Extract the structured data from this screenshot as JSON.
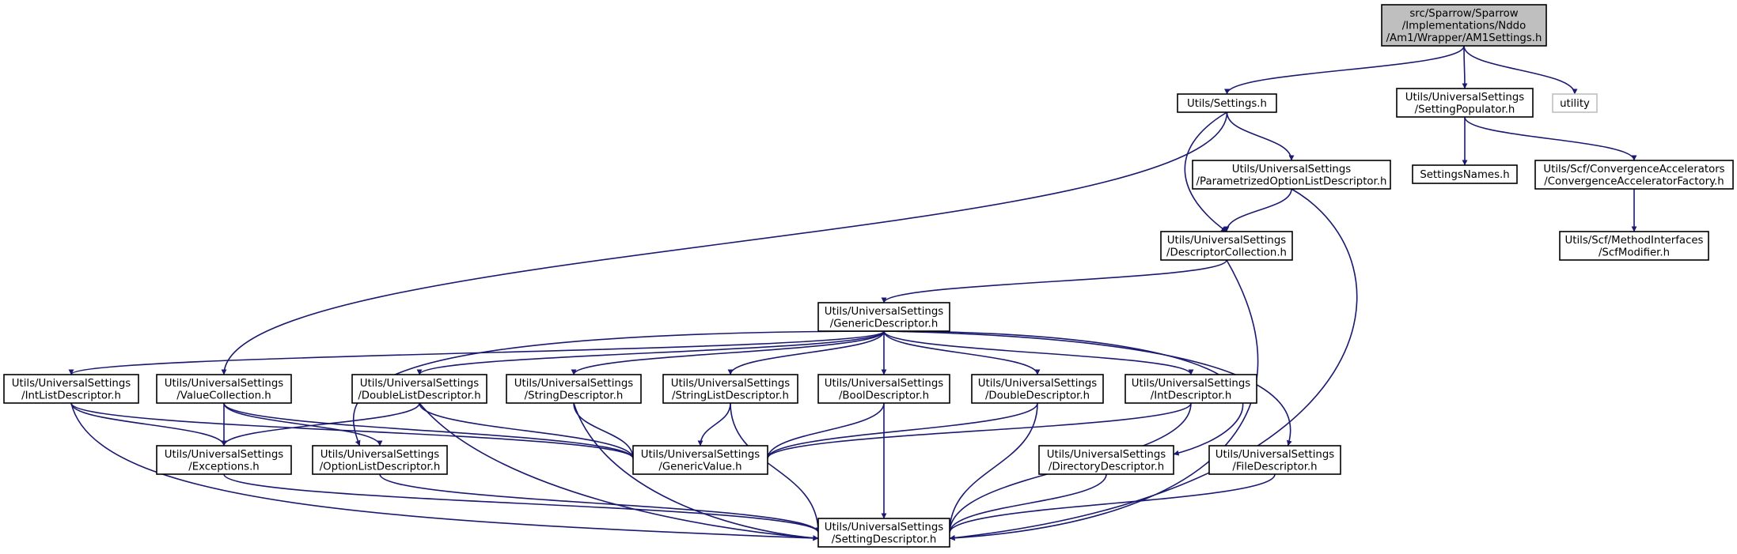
{
  "graph": {
    "edge_color": "#191970",
    "root_fill": "#bfbfbf",
    "external_border": "#bfbfbf",
    "nodes": [
      {
        "id": "am1settings",
        "lines": [
          "src/Sparrow/Sparrow",
          "/Implementations/Nddo",
          "/Am1/Wrapper/AM1Settings.h"
        ],
        "style": "root"
      },
      {
        "id": "settings",
        "lines": [
          "Utils/Settings.h"
        ]
      },
      {
        "id": "settingpopulator",
        "lines": [
          "Utils/UniversalSettings",
          "/SettingPopulator.h"
        ]
      },
      {
        "id": "utility",
        "lines": [
          "utility"
        ],
        "style": "external"
      },
      {
        "id": "parametrized",
        "lines": [
          "Utils/UniversalSettings",
          "/ParametrizedOptionListDescriptor.h"
        ]
      },
      {
        "id": "settingsnames",
        "lines": [
          "SettingsNames.h"
        ]
      },
      {
        "id": "convfactory",
        "lines": [
          "Utils/Scf/ConvergenceAccelerators",
          "/ConvergenceAcceleratorFactory.h"
        ]
      },
      {
        "id": "descriptorcollection",
        "lines": [
          "Utils/UniversalSettings",
          "/DescriptorCollection.h"
        ]
      },
      {
        "id": "scfmodifier",
        "lines": [
          "Utils/Scf/MethodInterfaces",
          "/ScfModifier.h"
        ]
      },
      {
        "id": "genericdescriptor",
        "lines": [
          "Utils/UniversalSettings",
          "/GenericDescriptor.h"
        ]
      },
      {
        "id": "intlist",
        "lines": [
          "Utils/UniversalSettings",
          "/IntListDescriptor.h"
        ]
      },
      {
        "id": "valuecollection",
        "lines": [
          "Utils/UniversalSettings",
          "/ValueCollection.h"
        ]
      },
      {
        "id": "doublelist",
        "lines": [
          "Utils/UniversalSettings",
          "/DoubleListDescriptor.h"
        ]
      },
      {
        "id": "stringdesc",
        "lines": [
          "Utils/UniversalSettings",
          "/StringDescriptor.h"
        ]
      },
      {
        "id": "stringlist",
        "lines": [
          "Utils/UniversalSettings",
          "/StringListDescriptor.h"
        ]
      },
      {
        "id": "booldesc",
        "lines": [
          "Utils/UniversalSettings",
          "/BoolDescriptor.h"
        ]
      },
      {
        "id": "doubledesc",
        "lines": [
          "Utils/UniversalSettings",
          "/DoubleDescriptor.h"
        ]
      },
      {
        "id": "intdesc",
        "lines": [
          "Utils/UniversalSettings",
          "/IntDescriptor.h"
        ]
      },
      {
        "id": "exceptions",
        "lines": [
          "Utils/UniversalSettings",
          "/Exceptions.h"
        ]
      },
      {
        "id": "optionlist",
        "lines": [
          "Utils/UniversalSettings",
          "/OptionListDescriptor.h"
        ]
      },
      {
        "id": "genericvalue",
        "lines": [
          "Utils/UniversalSettings",
          "/GenericValue.h"
        ]
      },
      {
        "id": "directory",
        "lines": [
          "Utils/UniversalSettings",
          "/DirectoryDescriptor.h"
        ]
      },
      {
        "id": "filedesc",
        "lines": [
          "Utils/UniversalSettings",
          "/FileDescriptor.h"
        ]
      },
      {
        "id": "settingdescriptor",
        "lines": [
          "Utils/UniversalSettings",
          "/SettingDescriptor.h"
        ]
      }
    ],
    "edges": [
      [
        "am1settings",
        "settings"
      ],
      [
        "am1settings",
        "settingpopulator"
      ],
      [
        "am1settings",
        "utility"
      ],
      [
        "settings",
        "valuecollection"
      ],
      [
        "settings",
        "descriptorcollection"
      ],
      [
        "settings",
        "parametrized"
      ],
      [
        "settingpopulator",
        "settingsnames"
      ],
      [
        "settingpopulator",
        "convfactory"
      ],
      [
        "parametrized",
        "descriptorcollection"
      ],
      [
        "parametrized",
        "settingdescriptor"
      ],
      [
        "convfactory",
        "scfmodifier"
      ],
      [
        "descriptorcollection",
        "genericdescriptor"
      ],
      [
        "descriptorcollection",
        "settingdescriptor"
      ],
      [
        "genericdescriptor",
        "intlist"
      ],
      [
        "genericdescriptor",
        "optionlist"
      ],
      [
        "genericdescriptor",
        "doublelist"
      ],
      [
        "genericdescriptor",
        "stringdesc"
      ],
      [
        "genericdescriptor",
        "stringlist"
      ],
      [
        "genericdescriptor",
        "booldesc"
      ],
      [
        "genericdescriptor",
        "doubledesc"
      ],
      [
        "genericdescriptor",
        "intdesc"
      ],
      [
        "genericdescriptor",
        "directory"
      ],
      [
        "genericdescriptor",
        "filedesc"
      ],
      [
        "intlist",
        "exceptions"
      ],
      [
        "intlist",
        "genericvalue"
      ],
      [
        "intlist",
        "settingdescriptor"
      ],
      [
        "valuecollection",
        "exceptions"
      ],
      [
        "valuecollection",
        "optionlist"
      ],
      [
        "valuecollection",
        "genericvalue"
      ],
      [
        "doublelist",
        "exceptions"
      ],
      [
        "doublelist",
        "genericvalue"
      ],
      [
        "doublelist",
        "settingdescriptor"
      ],
      [
        "stringdesc",
        "genericvalue"
      ],
      [
        "stringdesc",
        "settingdescriptor"
      ],
      [
        "stringlist",
        "genericvalue"
      ],
      [
        "stringlist",
        "settingdescriptor"
      ],
      [
        "booldesc",
        "genericvalue"
      ],
      [
        "booldesc",
        "settingdescriptor"
      ],
      [
        "doubledesc",
        "genericvalue"
      ],
      [
        "doubledesc",
        "settingdescriptor"
      ],
      [
        "intdesc",
        "genericvalue"
      ],
      [
        "intdesc",
        "settingdescriptor"
      ],
      [
        "exceptions",
        "settingdescriptor"
      ],
      [
        "optionlist",
        "settingdescriptor"
      ],
      [
        "directory",
        "settingdescriptor"
      ],
      [
        "filedesc",
        "settingdescriptor"
      ]
    ]
  }
}
